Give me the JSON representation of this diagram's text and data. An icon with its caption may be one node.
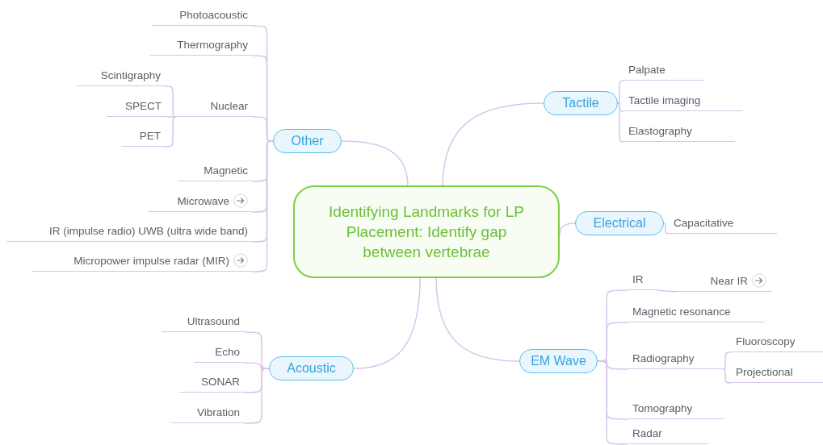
{
  "diagram": {
    "nodes": [
      {
        "text": [
          "Identifying Landmarks for LP Placement: Identify gap between vertebrae"
        ]
      },
      {
        "text": [
          "Other"
        ]
      },
      {
        "text": [
          "Photoacoustic"
        ]
      },
      {
        "text": [
          "Thermography"
        ]
      },
      {
        "text": [
          "Nuclear"
        ]
      },
      {
        "text": [
          "Scintigraphy"
        ]
      },
      {
        "text": [
          "SPECT"
        ]
      },
      {
        "text": [
          "PET"
        ]
      },
      {
        "text": [
          "Magnetic"
        ]
      },
      {
        "text": [
          "Microwave"
        ]
      },
      {
        "text": [
          "IR (impulse radio) UWB (ultra wide band)"
        ]
      },
      {
        "text": [
          "Micropower impulse radar (MIR)"
        ]
      },
      {
        "text": [
          "Tactile"
        ]
      },
      {
        "text": [
          "Palpate"
        ]
      },
      {
        "text": [
          "Tactile imaging"
        ]
      },
      {
        "text": [
          "Elastography"
        ]
      },
      {
        "text": [
          "Electrical"
        ]
      },
      {
        "text": [
          "Capacitative"
        ]
      },
      {
        "text": [
          "EM Wave"
        ]
      },
      {
        "text": [
          "IR"
        ]
      },
      {
        "text": [
          "Near IR"
        ]
      },
      {
        "text": [
          "Magnetic resonance"
        ]
      },
      {
        "text": [
          "Radiography"
        ]
      },
      {
        "text": [
          "Fluoroscopy"
        ]
      },
      {
        "text": [
          "Projectional"
        ]
      },
      {
        "text": [
          "Tomography"
        ]
      },
      {
        "text": [
          "Radar"
        ]
      },
      {
        "text": [
          "Acoustic"
        ]
      },
      {
        "text": [
          "Ultrasound"
        ]
      },
      {
        "text": [
          "Echo"
        ]
      },
      {
        "text": [
          "SONAR"
        ]
      },
      {
        "text": [
          "Vibration"
        ]
      }
    ],
    "edges": [
      {
        "from": 0,
        "to": 1,
        "arrow": "none"
      },
      {
        "from": 1,
        "to": 2,
        "arrow": "none"
      },
      {
        "from": 1,
        "to": 3,
        "arrow": "none"
      },
      {
        "from": 1,
        "to": 4,
        "arrow": "none"
      },
      {
        "from": 4,
        "to": 5,
        "arrow": "none"
      },
      {
        "from": 4,
        "to": 6,
        "arrow": "none"
      },
      {
        "from": 4,
        "to": 7,
        "arrow": "none"
      },
      {
        "from": 1,
        "to": 8,
        "arrow": "none"
      },
      {
        "from": 1,
        "to": 9,
        "arrow": "none"
      },
      {
        "from": 1,
        "to": 10,
        "arrow": "none"
      },
      {
        "from": 1,
        "to": 11,
        "arrow": "none"
      },
      {
        "from": 0,
        "to": 12,
        "arrow": "none"
      },
      {
        "from": 12,
        "to": 13,
        "arrow": "none"
      },
      {
        "from": 12,
        "to": 14,
        "arrow": "none"
      },
      {
        "from": 12,
        "to": 15,
        "arrow": "none"
      },
      {
        "from": 0,
        "to": 16,
        "arrow": "none"
      },
      {
        "from": 16,
        "to": 17,
        "arrow": "none"
      },
      {
        "from": 0,
        "to": 18,
        "arrow": "none"
      },
      {
        "from": 18,
        "to": 19,
        "arrow": "none"
      },
      {
        "from": 19,
        "to": 20,
        "arrow": "none"
      },
      {
        "from": 18,
        "to": 21,
        "arrow": "none"
      },
      {
        "from": 18,
        "to": 22,
        "arrow": "none"
      },
      {
        "from": 22,
        "to": 23,
        "arrow": "none"
      },
      {
        "from": 22,
        "to": 24,
        "arrow": "none"
      },
      {
        "from": 18,
        "to": 25,
        "arrow": "none"
      },
      {
        "from": 18,
        "to": 26,
        "arrow": "none"
      },
      {
        "from": 0,
        "to": 27,
        "arrow": "none"
      },
      {
        "from": 27,
        "to": 28,
        "arrow": "none"
      },
      {
        "from": 27,
        "to": 29,
        "arrow": "none"
      },
      {
        "from": 27,
        "to": 30,
        "arrow": "none"
      },
      {
        "from": 27,
        "to": 31,
        "arrow": "none"
      }
    ]
  }
}
